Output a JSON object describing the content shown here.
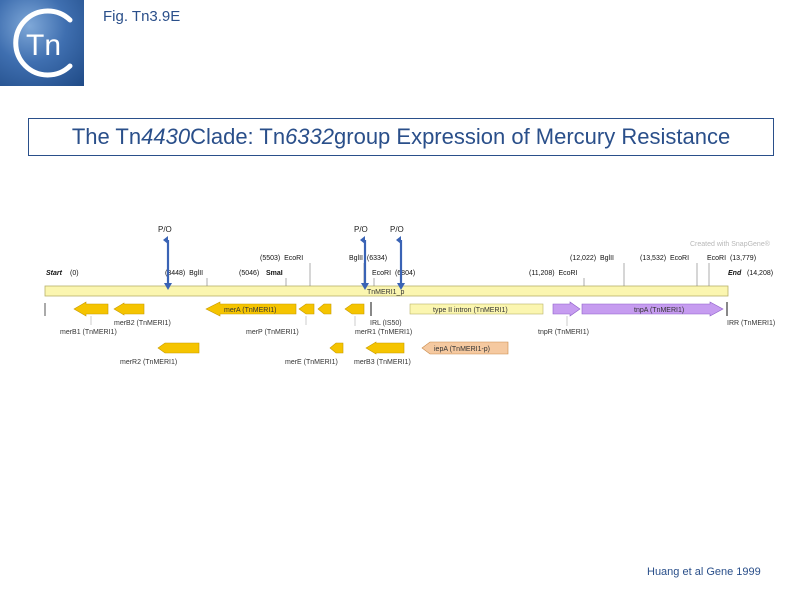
{
  "figure_label": "Fig. Tn3.9E",
  "logo_text": "Tn",
  "title": {
    "p1": "The Tn",
    "p2": "4430",
    "p3": " Clade: Tn",
    "p4": "6332",
    "p5": " group Expression of Mercury Resistance"
  },
  "citation": "Huang et al Gene 1999",
  "watermark": "Created with SnapGene®",
  "map": {
    "start_label": "Start",
    "start_pos": "(0)",
    "end_label": "End",
    "end_pos": "(14,208)",
    "backbone_label": "TnMERI1_p",
    "promoter_label": "P/O",
    "sites": [
      {
        "name": "(3448)  BglII"
      },
      {
        "name": "(5046)"
      },
      {
        "name": "SmaI"
      },
      {
        "name": "(5503)  EcoRI"
      },
      {
        "name": "BglII  (6334)"
      },
      {
        "name": "EcoRI  (6804)"
      },
      {
        "name": "(11,208)  EcoRI"
      },
      {
        "name": "(12,022)  BglII"
      },
      {
        "name": "(13,532)  EcoRI"
      },
      {
        "name": "EcoRI  (13,779)"
      }
    ],
    "features": [
      {
        "label": "merB1 (TnMERI1)",
        "color": "#f5c400"
      },
      {
        "label": "merB2 (TnMERI1)",
        "color": "#f5c400"
      },
      {
        "label": "merR2 (TnMERI1)",
        "color": "#f5c400"
      },
      {
        "label": "merA (TnMERI1)",
        "color": "#f5c400"
      },
      {
        "label": "merP (TnMERI1)",
        "color": "#f5c400"
      },
      {
        "label": "merE (TnMERI1)",
        "color": "#f5c400"
      },
      {
        "label": "merR1 (TnMERI1)",
        "color": "#f5c400"
      },
      {
        "label": "merB3 (TnMERI1)",
        "color": "#f5c400"
      },
      {
        "label": "IRL (IS50)",
        "color": "#555555"
      },
      {
        "label": "type II intron (TnMERI1)",
        "color": "#fbf6b0"
      },
      {
        "label": "iepA (TnMERI1-p)",
        "color": "#f5c9a0"
      },
      {
        "label": "tnpR (TnMERI1)",
        "color": "#c69cf0"
      },
      {
        "label": "tnpA (TnMERI1)",
        "color": "#c69cf0"
      },
      {
        "label": "IRR (TnMERI1)",
        "color": "#555555"
      }
    ]
  }
}
